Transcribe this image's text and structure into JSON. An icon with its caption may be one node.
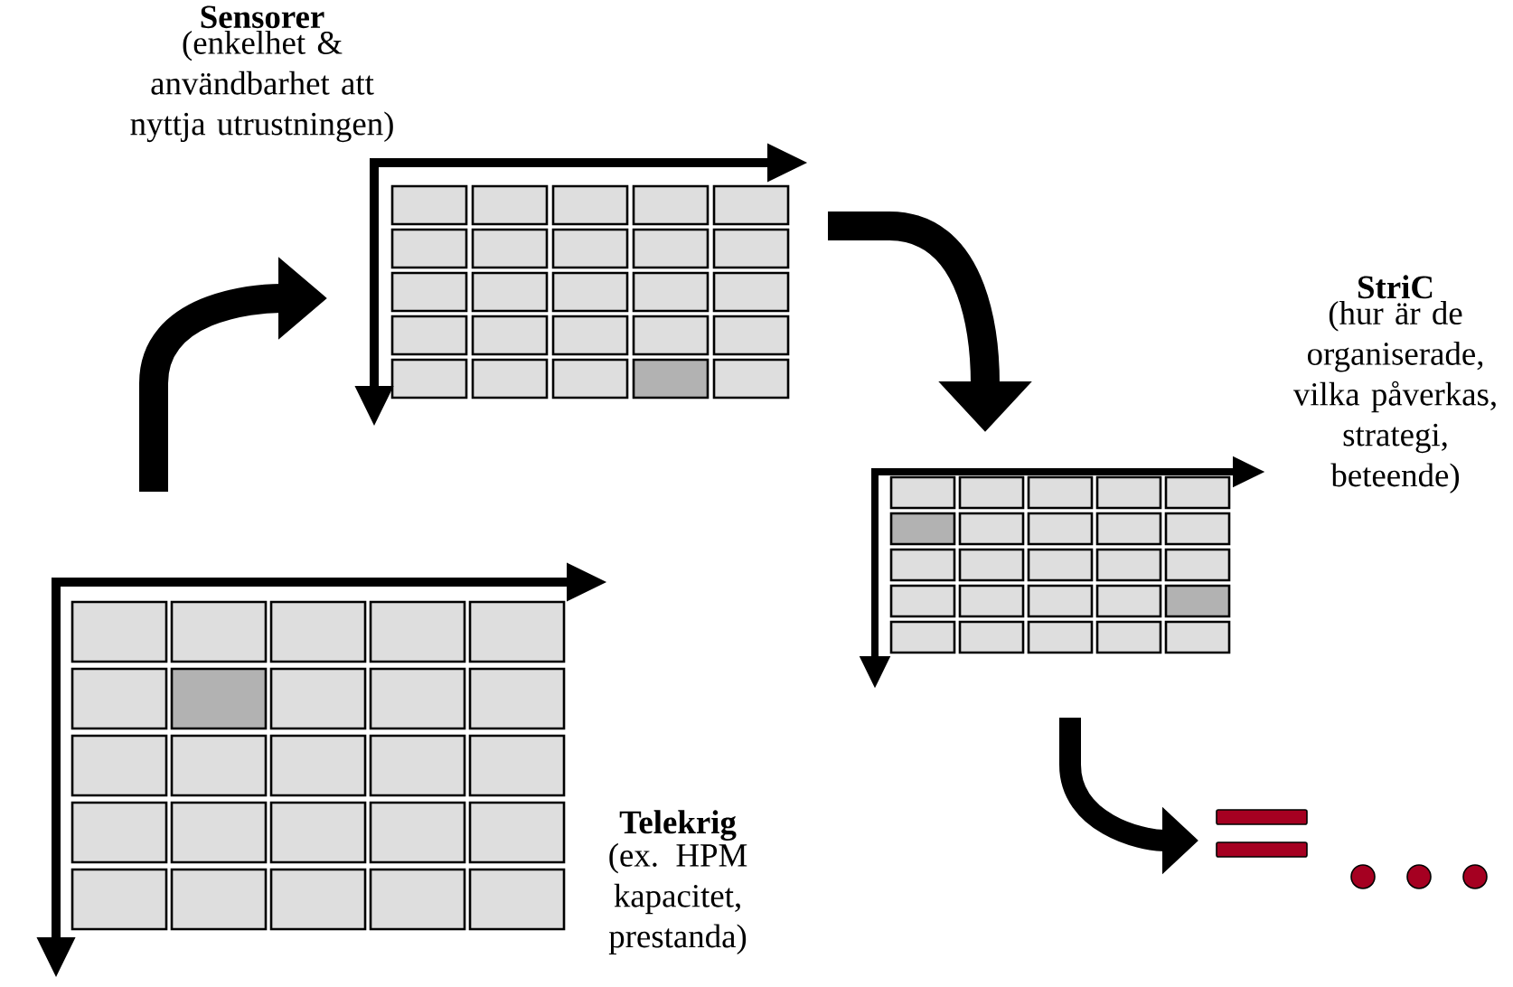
{
  "diagram": {
    "nodes": [
      {
        "text": [
          "Sensorer",
          "(enkelhet & användbarhet att nyttja utrustningen)"
        ]
      },
      {
        "text": [
          "StriC",
          "(hur är de organiserade, vilka påverkas, strategi, beteende)"
        ]
      },
      {
        "text": [
          "Telekrig",
          "(ex. HPM kapacitet, prestanda)"
        ]
      },
      {
        "text": [],
        "shape": "symbol"
      }
    ],
    "edges": [
      {
        "from": 2,
        "to": 0,
        "arrow": "to"
      },
      {
        "from": 0,
        "to": 1,
        "arrow": "to"
      },
      {
        "from": 1,
        "to": 3,
        "arrow": "to"
      }
    ]
  }
}
